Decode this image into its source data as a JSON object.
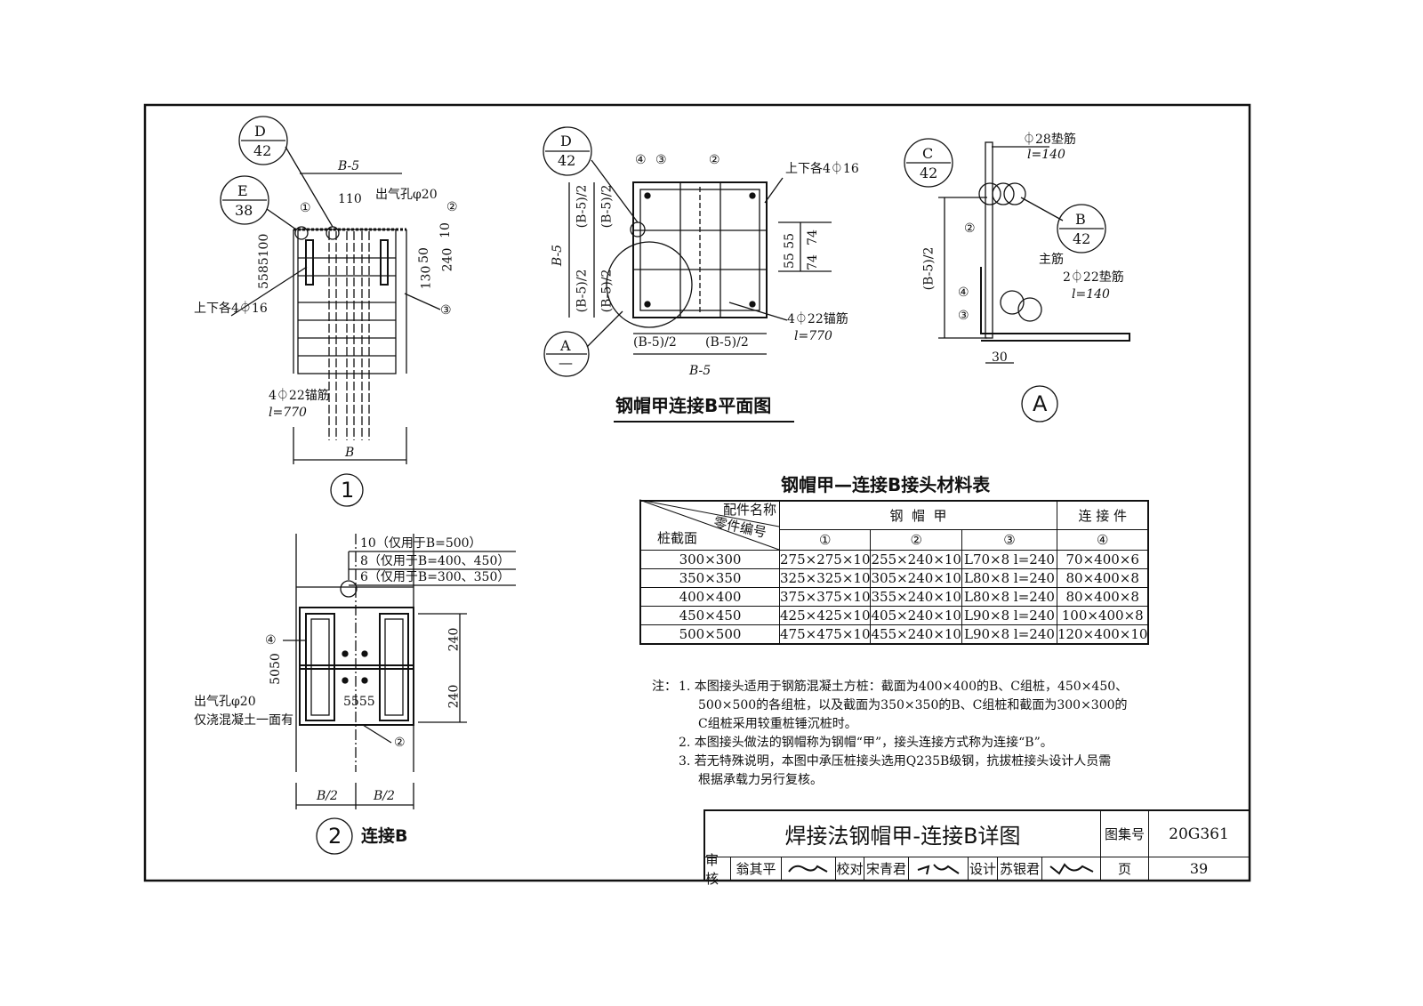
{
  "view1": {
    "callout_d": {
      "top": "D",
      "bottom": "42"
    },
    "callout_e": {
      "top": "E",
      "bottom": "38"
    },
    "dim_b5": "B-5",
    "dim_110": "110",
    "vent": "出气孔φ20",
    "part1": "①",
    "part2": "②",
    "part3": "③",
    "dims_left": "5585100",
    "dims_right_50": "50",
    "dims_right_10": "10",
    "dims_right_240": "240",
    "dims_right_130": "130",
    "rebar_top_bottom": "上下各4⏀16",
    "anchor": "4⏀22锚筋",
    "anchor_len": "l=770",
    "dim_b": "B",
    "view_no": "1"
  },
  "plan": {
    "callout_d": {
      "top": "D",
      "bottom": "42"
    },
    "callout_a": {
      "top": "A",
      "bottom": "—"
    },
    "p4": "④",
    "p3": "③",
    "p2": "②",
    "rebar": "上下各4⏀16",
    "dim_b5_v": "B-5",
    "dim_half_v1": "(B-5)/2",
    "dim_half_v2": "(B-5)/2",
    "dim_half_v3": "(B-5)/2",
    "dim_half_v4": "(B-5)/2",
    "dim_5555": "55 55",
    "dim_74a": "74",
    "dim_74b": "74",
    "dim_half_h1": "(B-5)/2",
    "dim_half_h2": "(B-5)/2",
    "dim_b5_h": "B-5",
    "anchor": "4⏀22锚筋",
    "anchor_len": "l=770",
    "title": "钢帽甲连接B平面图"
  },
  "detailA": {
    "callout_c": {
      "top": "C",
      "bottom": "42"
    },
    "callout_b": {
      "top": "B",
      "bottom": "42"
    },
    "pad28": "⏀28垫筋",
    "pad28_len": "l=140",
    "main_bar": "主筋",
    "pad22": "2⏀22垫筋",
    "pad22_len": "l=140",
    "p2": "②",
    "p4": "④",
    "p3": "③",
    "dim_half": "(B-5)/2",
    "dim_30": "30",
    "label": "A"
  },
  "view2": {
    "note10": "10（仅用于B=500）",
    "note8": "8（仅用于B=400、450）",
    "note6": "6（仅用于B=300、350）",
    "p4": "④",
    "p2": "②",
    "dim_5050": "5050",
    "dim_240a": "240",
    "dim_240b": "240",
    "dim_5555": "5555",
    "vent": "出气孔φ20",
    "vent_note": "仅浇混凝土一面有",
    "dim_b2a": "B/2",
    "dim_b2b": "B/2",
    "view_no": "2",
    "view_label": "连接B"
  },
  "table": {
    "title": "钢帽甲—连接B接头材料表",
    "corner": {
      "a": "配件名称",
      "b": "零件编号",
      "c": "桩截面"
    },
    "group1": "钢  帽  甲",
    "group2": "连 接 件",
    "cols": [
      "①",
      "②",
      "③",
      "④"
    ],
    "rows": [
      [
        "300×300",
        "275×275×10",
        "255×240×10",
        "L70×8  l=240",
        "70×400×6"
      ],
      [
        "350×350",
        "325×325×10",
        "305×240×10",
        "L80×8  l=240",
        "80×400×8"
      ],
      [
        "400×400",
        "375×375×10",
        "355×240×10",
        "L80×8  l=240",
        "80×400×8"
      ],
      [
        "450×450",
        "425×425×10",
        "405×240×10",
        "L90×8  l=240",
        "100×400×8"
      ],
      [
        "500×500",
        "475×475×10",
        "455×240×10",
        "L90×8  l=240",
        "120×400×10"
      ]
    ]
  },
  "notes": {
    "label": "注：",
    "items": [
      "1. 本图接头适用于钢筋混凝土方桩：截面为400×400的B、C组桩，450×450、",
      "500×500的各组桩，以及截面为350×350的B、C组桩和截面为300×300的",
      "C组桩采用较重桩锤沉桩时。",
      "2. 本图接头做法的钢帽称为钢帽“甲”，接头连接方式称为连接“B”。",
      "3. 若无特殊说明，本图中承压桩接头选用Q235B级钢，抗拔桩接头设计人员需",
      "根据承载力另行复核。"
    ]
  },
  "titleblock": {
    "title": "焊接法钢帽甲-连接B详图",
    "atlas_label": "图集号",
    "atlas_no": "20G361",
    "review_label": "审核",
    "reviewer": "翁其平",
    "check_label": "校对",
    "checker": "宋青君",
    "design_label": "设计",
    "designer": "苏银君",
    "page_label": "页",
    "page_no": "39",
    "signatures": [
      "翁其平",
      "宋青君",
      "苏银君"
    ]
  }
}
